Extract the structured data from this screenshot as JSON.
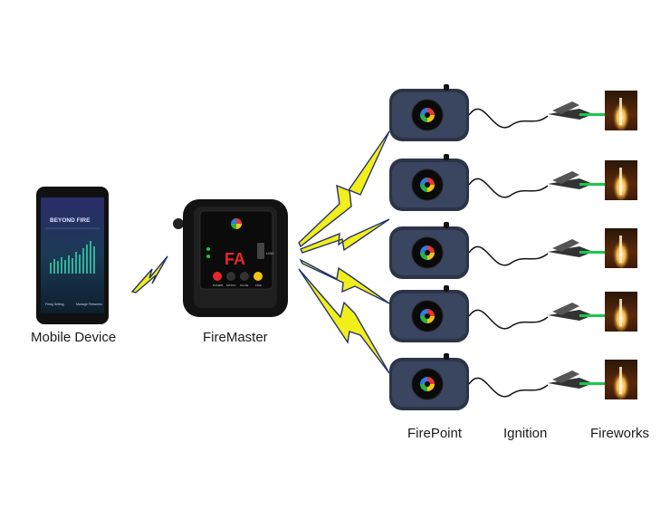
{
  "labels": {
    "mobile_device": "Mobile Device",
    "firemaster": "FireMaster",
    "firepoint": "FirePoint",
    "ignition": "Ignition",
    "fireworks": "Fireworks"
  },
  "phone": {
    "app_title": "BEYOND FIRE",
    "bottom_left": "Firing Setting",
    "bottom_right": "Manage Fireworks"
  },
  "firemaster_panel": {
    "display": "FA",
    "side_label": "LINK",
    "buttons": [
      "POWER",
      "MATCH",
      "FALSE",
      "FIRE"
    ]
  },
  "colors": {
    "lightning_fill": "#f2ee1a",
    "lightning_stroke": "#25336b",
    "device_body": "#2c3448",
    "firemaster_body": "#121212",
    "display_red": "#e8262b",
    "laser_green": "#19c94a"
  },
  "icons": [
    "lightning-bolt-icon",
    "smartphone-icon",
    "firemaster-device-icon",
    "firepoint-device-icon",
    "igniter-clip-icon",
    "fireworks-photo-icon"
  ]
}
